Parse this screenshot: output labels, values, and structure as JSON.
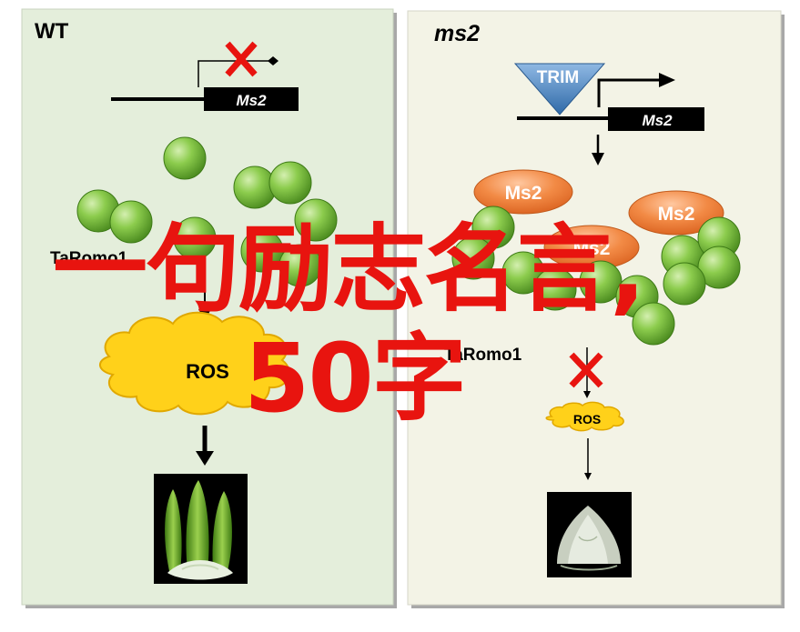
{
  "panels": {
    "wt": {
      "title": "WT",
      "gene": "Ms2",
      "protein": "TaRomo1",
      "ros": "ROS"
    },
    "mutant": {
      "title": "ms2",
      "insertion": "TRIM",
      "gene": "Ms2",
      "protein_label": "Ms2",
      "protein": "TaRomo1",
      "ros": "ROS"
    }
  },
  "overlay": {
    "line1": "一句励志名言,",
    "line2": "50字"
  },
  "colors": {
    "wt_bg": "#e4eedb",
    "mutant_bg": "#f3f3e6",
    "bead_green": "#7fc043",
    "ms2_orange": "#ef7d33",
    "ros_yellow": "#ffd11a",
    "trim_blue": "#3f7fbf",
    "overlay_red": "#e8140f",
    "cross_red": "#e8140f"
  }
}
